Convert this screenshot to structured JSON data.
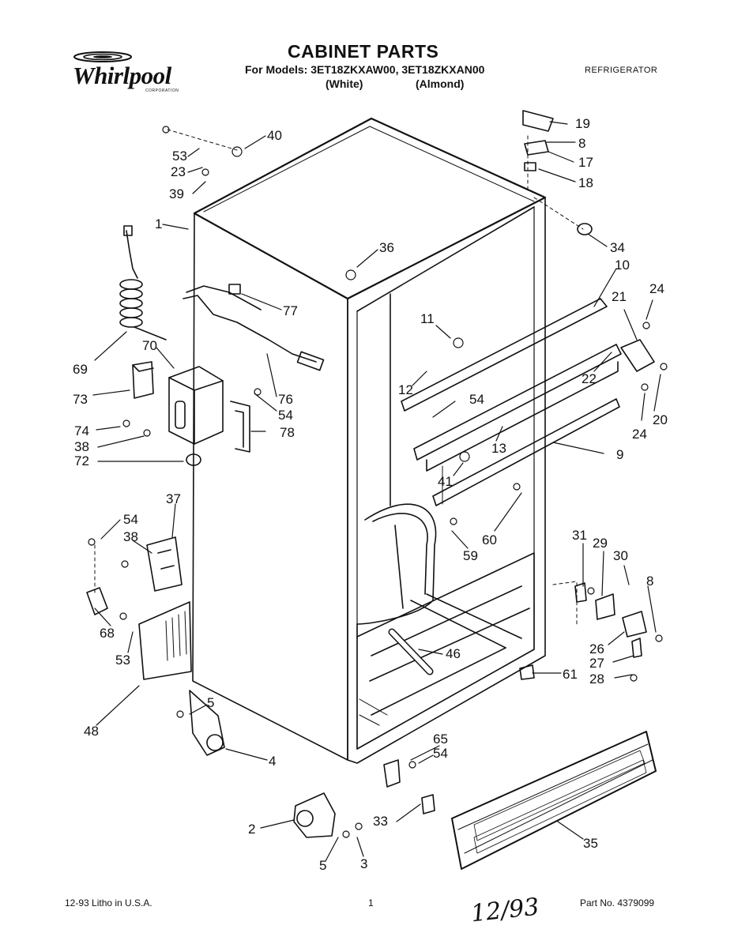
{
  "header": {
    "brand": "Whirlpool",
    "brand_sub": "CORPORATION",
    "title": "CABINET PARTS",
    "models": "For Models: 3ET18ZKXAW00, 3ET18ZKXAN00",
    "color_white": "(White)",
    "color_almond": "(Almond)",
    "category": "REFRIGERATOR"
  },
  "callouts": [
    {
      "id": "c19",
      "text": "19"
    },
    {
      "id": "c8a",
      "text": "8"
    },
    {
      "id": "c17",
      "text": "17"
    },
    {
      "id": "c18",
      "text": "18"
    },
    {
      "id": "c40",
      "text": "40"
    },
    {
      "id": "c53a",
      "text": "53"
    },
    {
      "id": "c23",
      "text": "23"
    },
    {
      "id": "c39",
      "text": "39"
    },
    {
      "id": "c1",
      "text": "1"
    },
    {
      "id": "c36",
      "text": "36"
    },
    {
      "id": "c34",
      "text": "34"
    },
    {
      "id": "c10",
      "text": "10"
    },
    {
      "id": "c77",
      "text": "77"
    },
    {
      "id": "c21",
      "text": "21"
    },
    {
      "id": "c24a",
      "text": "24"
    },
    {
      "id": "c11",
      "text": "11"
    },
    {
      "id": "c69",
      "text": "69"
    },
    {
      "id": "c70",
      "text": "70"
    },
    {
      "id": "c22",
      "text": "22"
    },
    {
      "id": "c12",
      "text": "12"
    },
    {
      "id": "c76",
      "text": "76"
    },
    {
      "id": "c73",
      "text": "73"
    },
    {
      "id": "c54a",
      "text": "54"
    },
    {
      "id": "c54b",
      "text": "54"
    },
    {
      "id": "c20",
      "text": "20"
    },
    {
      "id": "c74",
      "text": "74"
    },
    {
      "id": "c78",
      "text": "78"
    },
    {
      "id": "c24b",
      "text": "24"
    },
    {
      "id": "c38a",
      "text": "38"
    },
    {
      "id": "c13",
      "text": "13"
    },
    {
      "id": "c72",
      "text": "72"
    },
    {
      "id": "c9",
      "text": "9"
    },
    {
      "id": "c41",
      "text": "41"
    },
    {
      "id": "c37",
      "text": "37"
    },
    {
      "id": "c54c",
      "text": "54"
    },
    {
      "id": "c60",
      "text": "60"
    },
    {
      "id": "c38b",
      "text": "38"
    },
    {
      "id": "c59",
      "text": "59"
    },
    {
      "id": "c31",
      "text": "31"
    },
    {
      "id": "c29",
      "text": "29"
    },
    {
      "id": "c30",
      "text": "30"
    },
    {
      "id": "c8b",
      "text": "8"
    },
    {
      "id": "c68",
      "text": "68"
    },
    {
      "id": "c53b",
      "text": "53"
    },
    {
      "id": "c46",
      "text": "46"
    },
    {
      "id": "c26",
      "text": "26"
    },
    {
      "id": "c27",
      "text": "27"
    },
    {
      "id": "c61",
      "text": "61"
    },
    {
      "id": "c28",
      "text": "28"
    },
    {
      "id": "c5a",
      "text": "5"
    },
    {
      "id": "c48",
      "text": "48"
    },
    {
      "id": "c4",
      "text": "4"
    },
    {
      "id": "c65",
      "text": "65"
    },
    {
      "id": "c54d",
      "text": "54"
    },
    {
      "id": "c2",
      "text": "2"
    },
    {
      "id": "c33",
      "text": "33"
    },
    {
      "id": "c35",
      "text": "35"
    },
    {
      "id": "c5b",
      "text": "5"
    },
    {
      "id": "c3",
      "text": "3"
    }
  ],
  "footer": {
    "litho": "12-93 Litho in U.S.A.",
    "page": "1",
    "handwritten": "12/93",
    "part_no": "Part No. 4379099"
  }
}
